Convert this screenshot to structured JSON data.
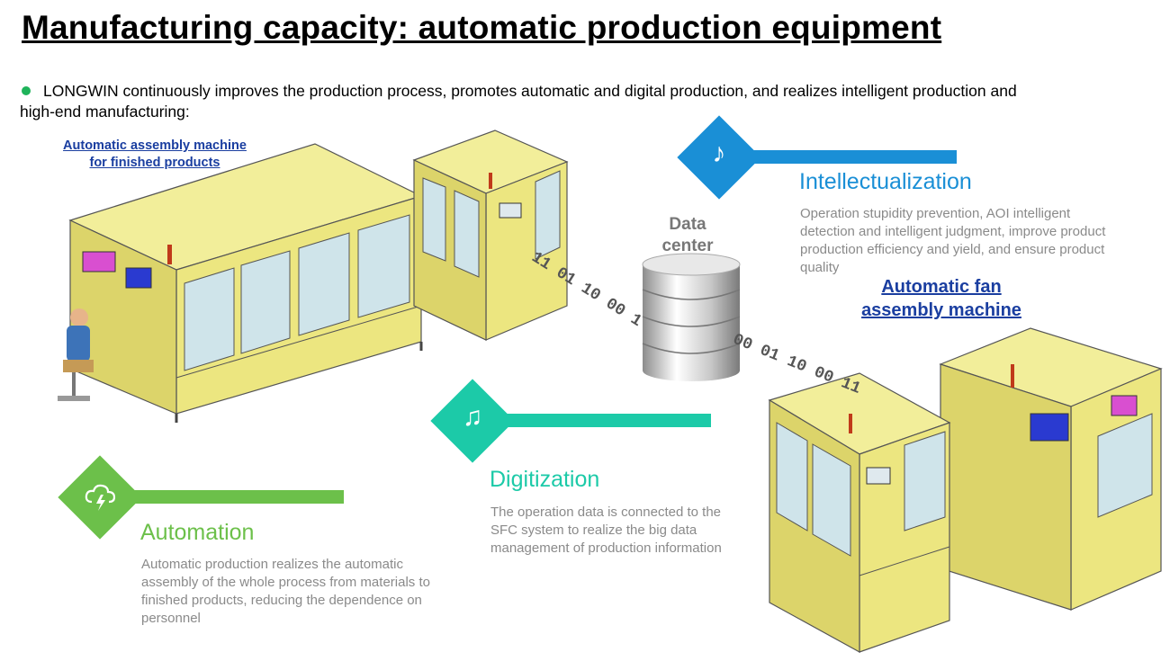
{
  "title": "Manufacturing capacity: automatic production equipment",
  "intro": {
    "bullet_color": "#1fb35a",
    "text": "LONGWIN continuously improves the production process, promotes automatic and digital production, and realizes intelligent production and high-end manufacturing:"
  },
  "machines": {
    "assembly_caption_line1": "Automatic assembly machine",
    "assembly_caption_line2": "for finished products",
    "fan_caption_line1": "Automatic fan",
    "fan_caption_line2": "assembly machine"
  },
  "data_center": {
    "line1": "Data",
    "line2": "center"
  },
  "binary_stream_1": "11 01 10 00 1",
  "binary_stream_2": "00 01 10 00 11",
  "sections": {
    "intellectualization": {
      "title": "Intellectualization",
      "description": "Operation stupidity prevention, AOI intelligent detection and intelligent judgment, improve product production efficiency and yield, and ensure product quality",
      "color": "#1a8fd6",
      "icon": "music-note-icon"
    },
    "digitization": {
      "title": "Digitization",
      "description": "The operation data is connected to the SFC system to realize the big data management of production information",
      "color": "#1ccaa8",
      "icon": "double-music-note-icon"
    },
    "automation": {
      "title": "Automation",
      "description": "Automatic production realizes the automatic assembly of the whole process from materials to finished products, reducing the dependence on personnel",
      "color": "#6cc04a",
      "icon": "cloud-lightning-icon"
    }
  }
}
